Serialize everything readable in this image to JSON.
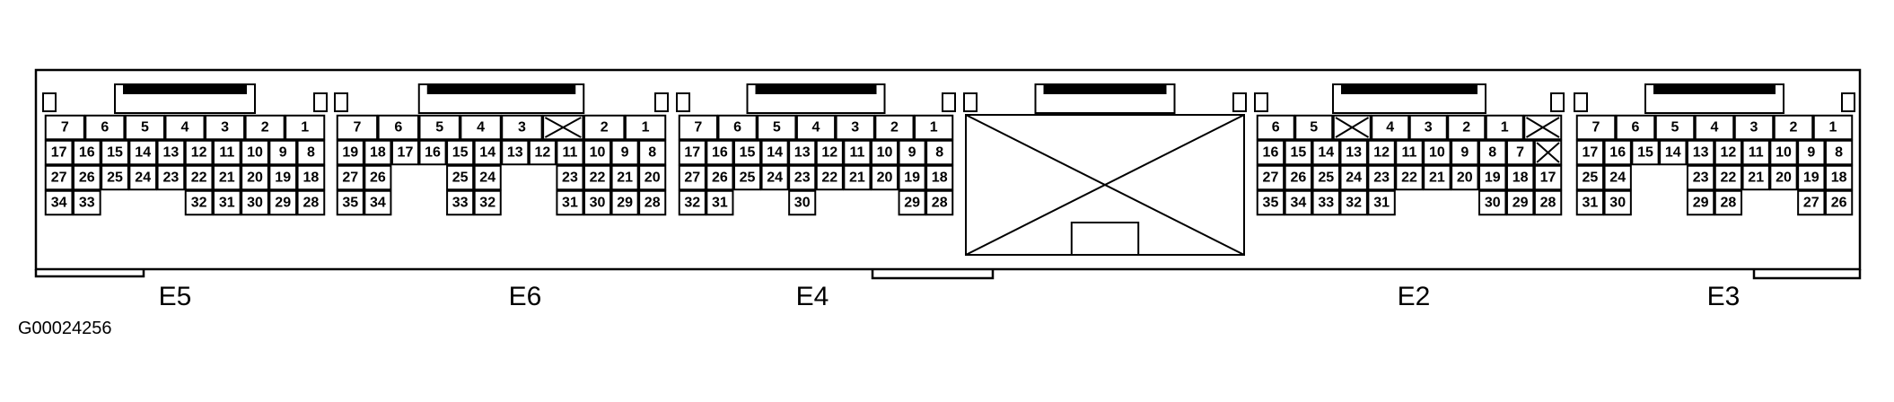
{
  "figure_id": "G00024256",
  "connectors": [
    {
      "label": "E5",
      "rows": [
        [
          "7",
          "6",
          "5",
          "4",
          "3",
          "2",
          "1"
        ],
        [
          "17",
          "16",
          "15",
          "14",
          "13",
          "12",
          "11",
          "10",
          "9",
          "8"
        ],
        [
          "27",
          "26",
          "25",
          "24",
          "23",
          "22",
          "21",
          "20",
          "19",
          "18"
        ],
        [
          "34",
          "33",
          "",
          "",
          "",
          "32",
          "31",
          "30",
          "29",
          "28"
        ]
      ]
    },
    {
      "label": "E6",
      "rows": [
        [
          "7",
          "6",
          "5",
          "4",
          "3",
          "X",
          "2",
          "1"
        ],
        [
          "19",
          "18",
          "17",
          "16",
          "15",
          "14",
          "13",
          "12",
          "11",
          "10",
          "9",
          "8"
        ],
        [
          "27",
          "26",
          "",
          "",
          "25",
          "24",
          "",
          "",
          "23",
          "22",
          "21",
          "20"
        ],
        [
          "35",
          "34",
          "",
          "",
          "33",
          "32",
          "",
          "",
          "31",
          "30",
          "29",
          "28"
        ]
      ]
    },
    {
      "label": "E4",
      "rows": [
        [
          "7",
          "6",
          "5",
          "4",
          "3",
          "2",
          "1"
        ],
        [
          "17",
          "16",
          "15",
          "14",
          "13",
          "12",
          "11",
          "10",
          "9",
          "8"
        ],
        [
          "27",
          "26",
          "25",
          "24",
          "23",
          "22",
          "21",
          "20",
          "19",
          "18"
        ],
        [
          "32",
          "31",
          "",
          "",
          "30",
          "",
          "",
          "",
          "29",
          "28"
        ]
      ]
    },
    {
      "label": "",
      "rows": []
    },
    {
      "label": "E2",
      "rows": [
        [
          "6",
          "5",
          "X",
          "4",
          "3",
          "2",
          "1",
          "X"
        ],
        [
          "16",
          "15",
          "14",
          "13",
          "12",
          "11",
          "10",
          "9",
          "8",
          "7",
          "X"
        ],
        [
          "27",
          "26",
          "25",
          "24",
          "23",
          "22",
          "21",
          "20",
          "19",
          "18",
          "17"
        ],
        [
          "35",
          "34",
          "33",
          "32",
          "31",
          "",
          "",
          "",
          "30",
          "29",
          "28"
        ]
      ]
    },
    {
      "label": "E3",
      "rows": [
        [
          "7",
          "6",
          "5",
          "4",
          "3",
          "2",
          "1"
        ],
        [
          "17",
          "16",
          "15",
          "14",
          "13",
          "12",
          "11",
          "10",
          "9",
          "8"
        ],
        [
          "25",
          "24",
          "",
          "",
          "23",
          "22",
          "21",
          "20",
          "19",
          "18"
        ],
        [
          "31",
          "30",
          "",
          "",
          "29",
          "28",
          "",
          "",
          "27",
          "26"
        ]
      ]
    }
  ]
}
